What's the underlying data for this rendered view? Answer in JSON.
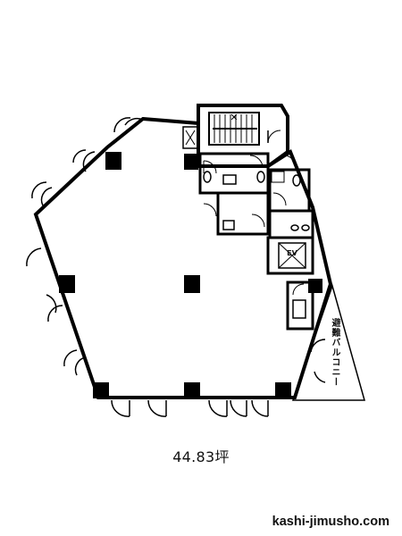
{
  "floorplan": {
    "area": "44.83坪",
    "balcony": "避難バルコニー",
    "elevator": "EV",
    "site": "kashi-jimusho.com"
  }
}
